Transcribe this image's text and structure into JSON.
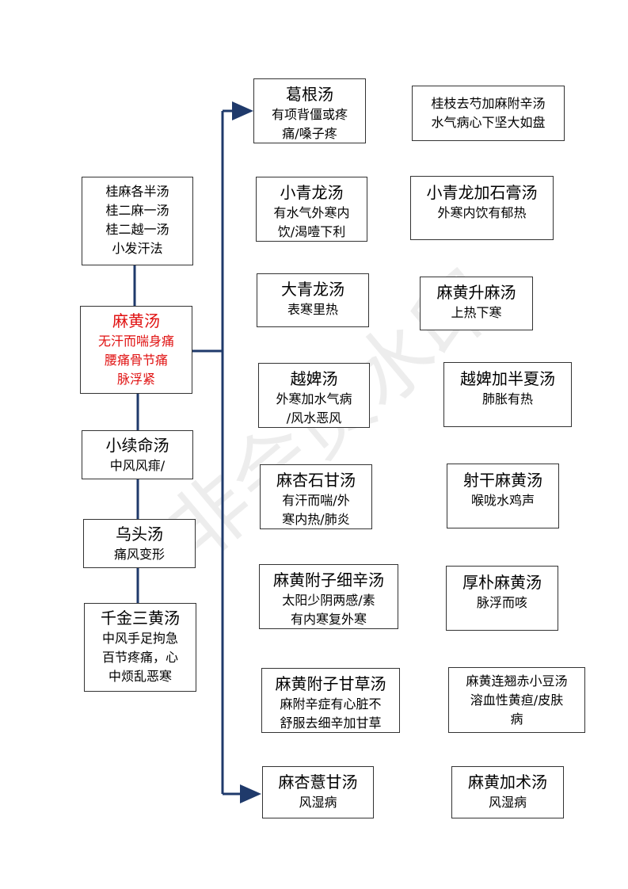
{
  "watermark": "非会员水印",
  "left_column": {
    "top": {
      "lines": [
        "桂麻各半汤",
        "桂二麻一汤",
        "桂二越一汤",
        "小发汗法"
      ]
    },
    "main": {
      "title": "麻黄汤",
      "lines": [
        "无汗而喘身痛",
        "腰痛骨节痛",
        "脉浮紧"
      ],
      "color": "#e01010"
    },
    "xiaoxuming": {
      "title": "小续命汤",
      "lines": [
        "中风风痱/"
      ]
    },
    "wutou": {
      "title": "乌头汤",
      "lines": [
        "痛风变形"
      ]
    },
    "qianjin": {
      "title": "千金三黄汤",
      "lines": [
        "中风手足拘急",
        "百节疼痛，心",
        "中烦乱恶寒"
      ]
    }
  },
  "middle_column": [
    {
      "title": "葛根汤",
      "lines": [
        "有项背僵或疼",
        "痛/嗓子疼"
      ]
    },
    {
      "title": "小青龙汤",
      "lines": [
        "有水气外寒内",
        "饮/渴噎下利"
      ]
    },
    {
      "title": "大青龙汤",
      "lines": [
        "表寒里热"
      ]
    },
    {
      "title": "越婢汤",
      "lines": [
        "外寒加水气病",
        "/风水恶风"
      ]
    },
    {
      "title": "麻杏石甘汤",
      "lines": [
        "有汗而喘/外",
        "寒内热/肺炎"
      ]
    },
    {
      "title": "麻黄附子细辛汤",
      "lines": [
        "太阳少阴两感/素",
        "有内寒复外寒"
      ]
    },
    {
      "title": "麻黄附子甘草汤",
      "lines": [
        "麻附辛症有心脏不",
        "舒服去细辛加甘草"
      ]
    },
    {
      "title": "麻杏薏甘汤",
      "lines": [
        "风湿病"
      ]
    }
  ],
  "right_column": [
    {
      "title": "",
      "lines": [
        "桂枝去芍加麻附辛汤",
        "水气病心下坚大如盘"
      ]
    },
    {
      "title": "小青龙加石膏汤",
      "lines": [
        "外寒内饮有郁热"
      ]
    },
    {
      "title": "麻黄升麻汤",
      "lines": [
        "上热下寒"
      ]
    },
    {
      "title": "越婢加半夏汤",
      "lines": [
        "肺胀有热"
      ]
    },
    {
      "title": "射干麻黄汤",
      "lines": [
        "喉咙水鸡声"
      ]
    },
    {
      "title": "厚朴麻黄汤",
      "lines": [
        "脉浮而咳"
      ]
    },
    {
      "title": "",
      "lines": [
        "麻黄连翘赤小豆汤",
        "溶血性黄疸/皮肤",
        "病"
      ]
    },
    {
      "title": "麻黄加术汤",
      "lines": [
        "风湿病"
      ]
    }
  ],
  "colors": {
    "connector": "#1f3a6b",
    "box_border": "#333333",
    "highlight": "#e01010"
  }
}
